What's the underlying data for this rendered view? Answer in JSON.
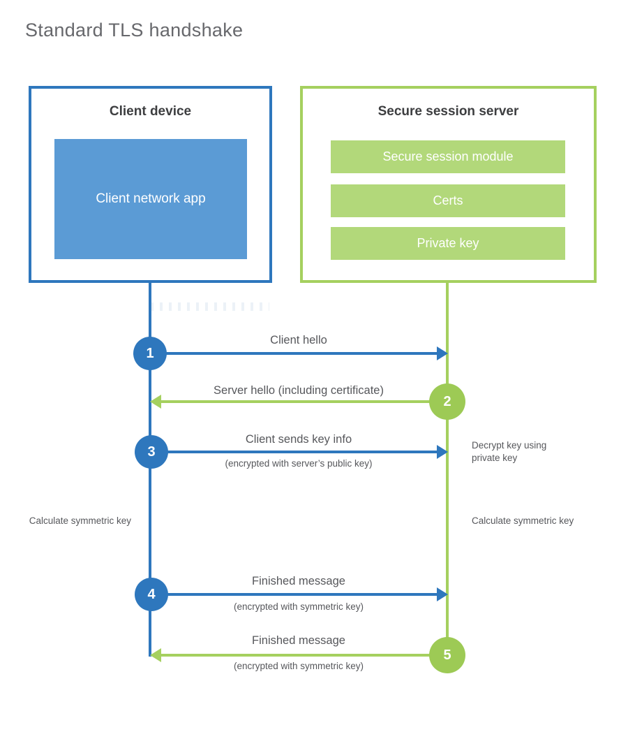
{
  "title": "Standard TLS handshake",
  "colors": {
    "blue": "#2e77bd",
    "blue_fill": "#5b9bd5",
    "green_border": "#a5d05f",
    "green_circle": "#9dca55",
    "green_fill": "#b2d87a",
    "text_dark": "#3d3e40",
    "text_gray": "#56575b"
  },
  "client": {
    "title": "Client device",
    "app_label": "Client network app"
  },
  "server": {
    "title": "Secure session server",
    "modules": [
      "Secure session module",
      "Certs",
      "Private key"
    ]
  },
  "messages": [
    {
      "num": "1",
      "direction": "client-to-server",
      "label": "Client hello"
    },
    {
      "num": "2",
      "direction": "server-to-client",
      "label": "Server hello (including certificate)"
    },
    {
      "num": "3",
      "direction": "client-to-server",
      "label": "Client sends key info",
      "sublabel": "(encrypted with server’s public key)"
    },
    {
      "num": "4",
      "direction": "client-to-server",
      "label": "Finished message",
      "sublabel": "(encrypted with symmetric key)"
    },
    {
      "num": "5",
      "direction": "server-to-client",
      "label": "Finished message",
      "sublabel": "(encrypted with symmetric key)"
    }
  ],
  "annotations": {
    "decrypt_note": "Decrypt key using private key",
    "calculate_left": "Calculate symmetric key",
    "calculate_right": "Calculate symmetric key"
  }
}
